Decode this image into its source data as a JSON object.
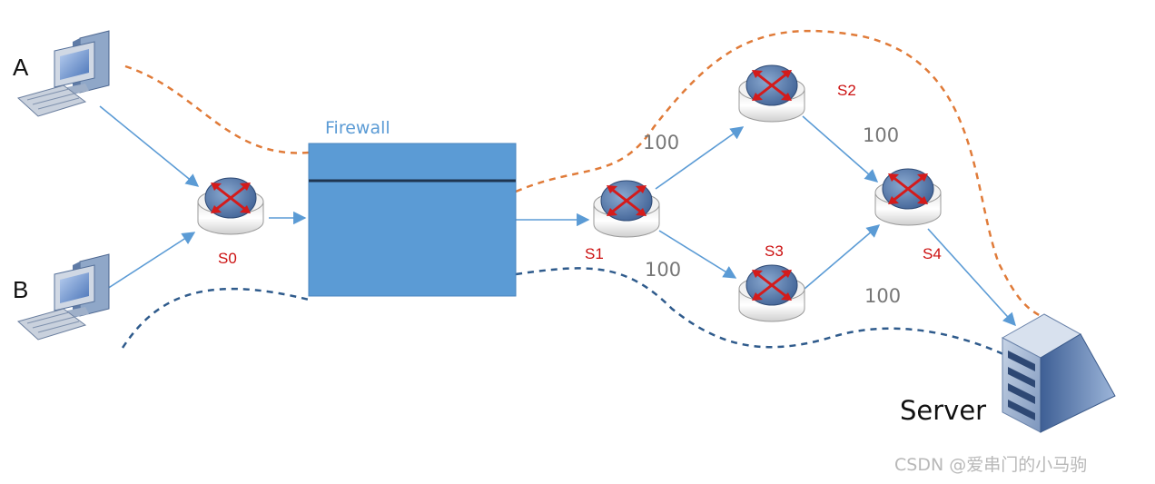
{
  "hosts": {
    "a_label": "A",
    "b_label": "B"
  },
  "firewall": {
    "label": "Firewall"
  },
  "routers": {
    "s0": "S0",
    "s1": "S1",
    "s2": "S2",
    "s3": "S3",
    "s4": "S4"
  },
  "link_costs": {
    "s1_s2": "100",
    "s1_s3": "100",
    "s2_s4": "100",
    "s3_s4": "100"
  },
  "server": {
    "label": "Server"
  },
  "watermark": "CSDN @爱串门的小马驹",
  "colors": {
    "link": "#5b9bd5",
    "firewall_fill": "#5b9bd5",
    "path_a": "#e07b39",
    "path_b": "#2f5b8c",
    "router_label": "#cc1111"
  }
}
